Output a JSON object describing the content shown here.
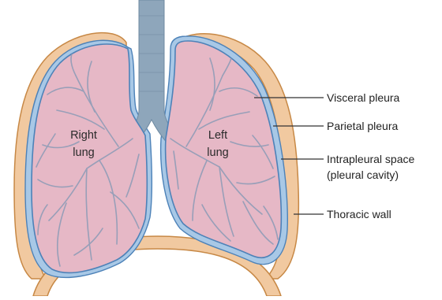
{
  "diagram": {
    "lungs": {
      "right": {
        "line1": "Right",
        "line2": "lung"
      },
      "left": {
        "line1": "Left",
        "line2": "lung"
      }
    },
    "callouts": [
      {
        "id": "visceral",
        "lines": [
          "Visceral pleura"
        ]
      },
      {
        "id": "parietal",
        "lines": [
          "Parietal pleura"
        ]
      },
      {
        "id": "intrapleural",
        "lines": [
          "Intrapleural space",
          "(pleural cavity)"
        ]
      },
      {
        "id": "thoracic",
        "lines": [
          "Thoracic wall"
        ]
      }
    ]
  },
  "colors": {
    "thoracic_wall": "#f1c9a0",
    "thoracic_wall_outline": "#c78845",
    "parietal_pleura": "#a8c8e6",
    "pleura_outline": "#4d82b8",
    "lung_tissue": "#e6b8c6",
    "bronchi": "#8a9ab6",
    "trachea": "#8ea6bb",
    "leader_line": "#333333"
  }
}
